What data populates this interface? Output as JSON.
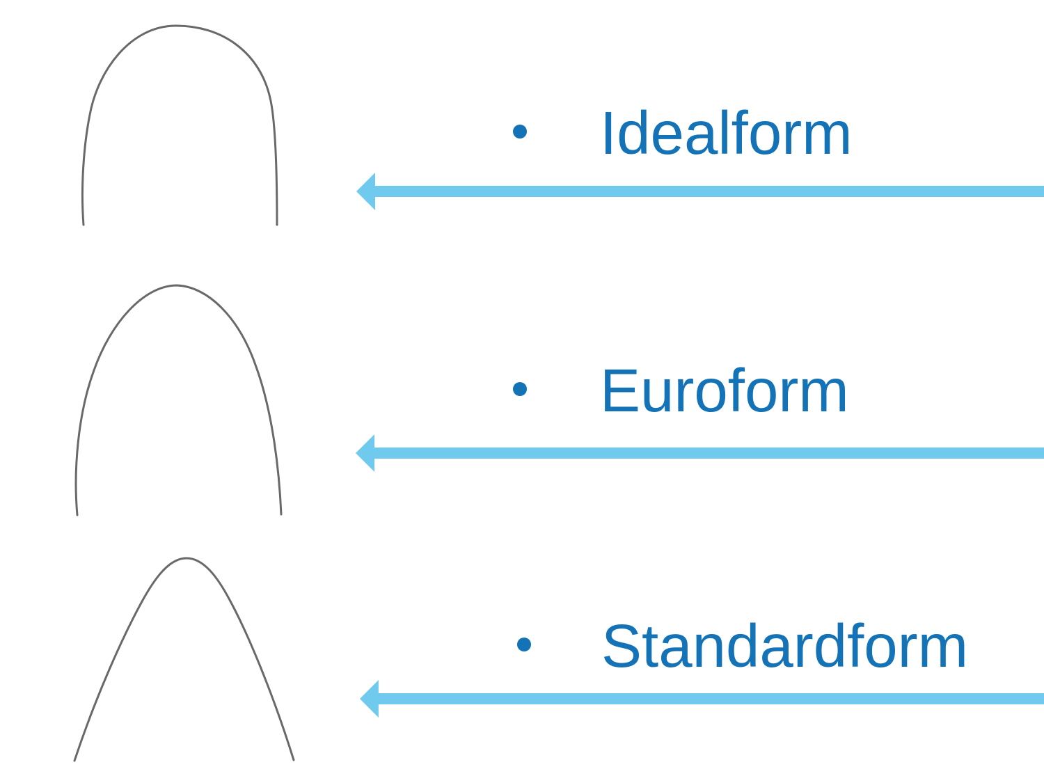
{
  "slide": {
    "background_color": "#ffffff",
    "items": [
      {
        "label": "Idealform",
        "bullet_glyph": "•",
        "shape_icon": "archwire-idealform-icon",
        "arrow_icon": "arrow-left-icon"
      },
      {
        "label": "Euroform",
        "bullet_glyph": "•",
        "shape_icon": "archwire-euroform-icon",
        "arrow_icon": "arrow-left-icon"
      },
      {
        "label": "Standardform",
        "bullet_glyph": "•",
        "shape_icon": "archwire-standardform-icon",
        "arrow_icon": "arrow-left-icon"
      }
    ],
    "colors": {
      "label_text": "#1472b7",
      "bullet": "#1472b7",
      "arrow": "#6fcaee",
      "wire": "#5b5c5e"
    }
  }
}
